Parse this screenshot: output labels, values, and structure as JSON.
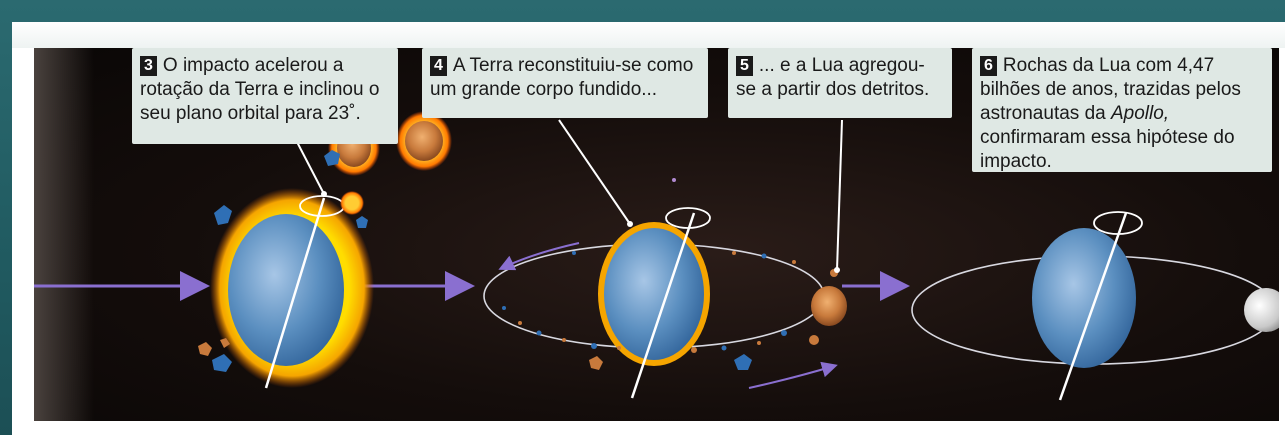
{
  "steps": [
    {
      "number": "3",
      "text": "O impacto acelerou a rotação da Terra e inclinou o seu plano orbital para 23˚."
    },
    {
      "number": "4",
      "text": "A Terra reconstituiu-se como um grande corpo fundido..."
    },
    {
      "number": "5",
      "text": "... e a Lua agregou-se a partir dos detritos."
    },
    {
      "number": "6",
      "text_before": "Rochas da Lua com 4,47 bilhões de anos, trazidas pelos astronautas da ",
      "text_italic": "Apollo,",
      "text_after": " confirmaram essa hipótese do impacto."
    }
  ],
  "colors": {
    "earth": "#5b8fc0",
    "glow": "#f5b400",
    "debris_orange": "#c87a3c",
    "debris_blue": "#2f6fb5",
    "arrow": "#8a6fd0",
    "orbit": "#d8d8e0",
    "moon": "#d9d9d9",
    "panel": "#140d0b",
    "callout_bg": "#dfe8e4"
  }
}
